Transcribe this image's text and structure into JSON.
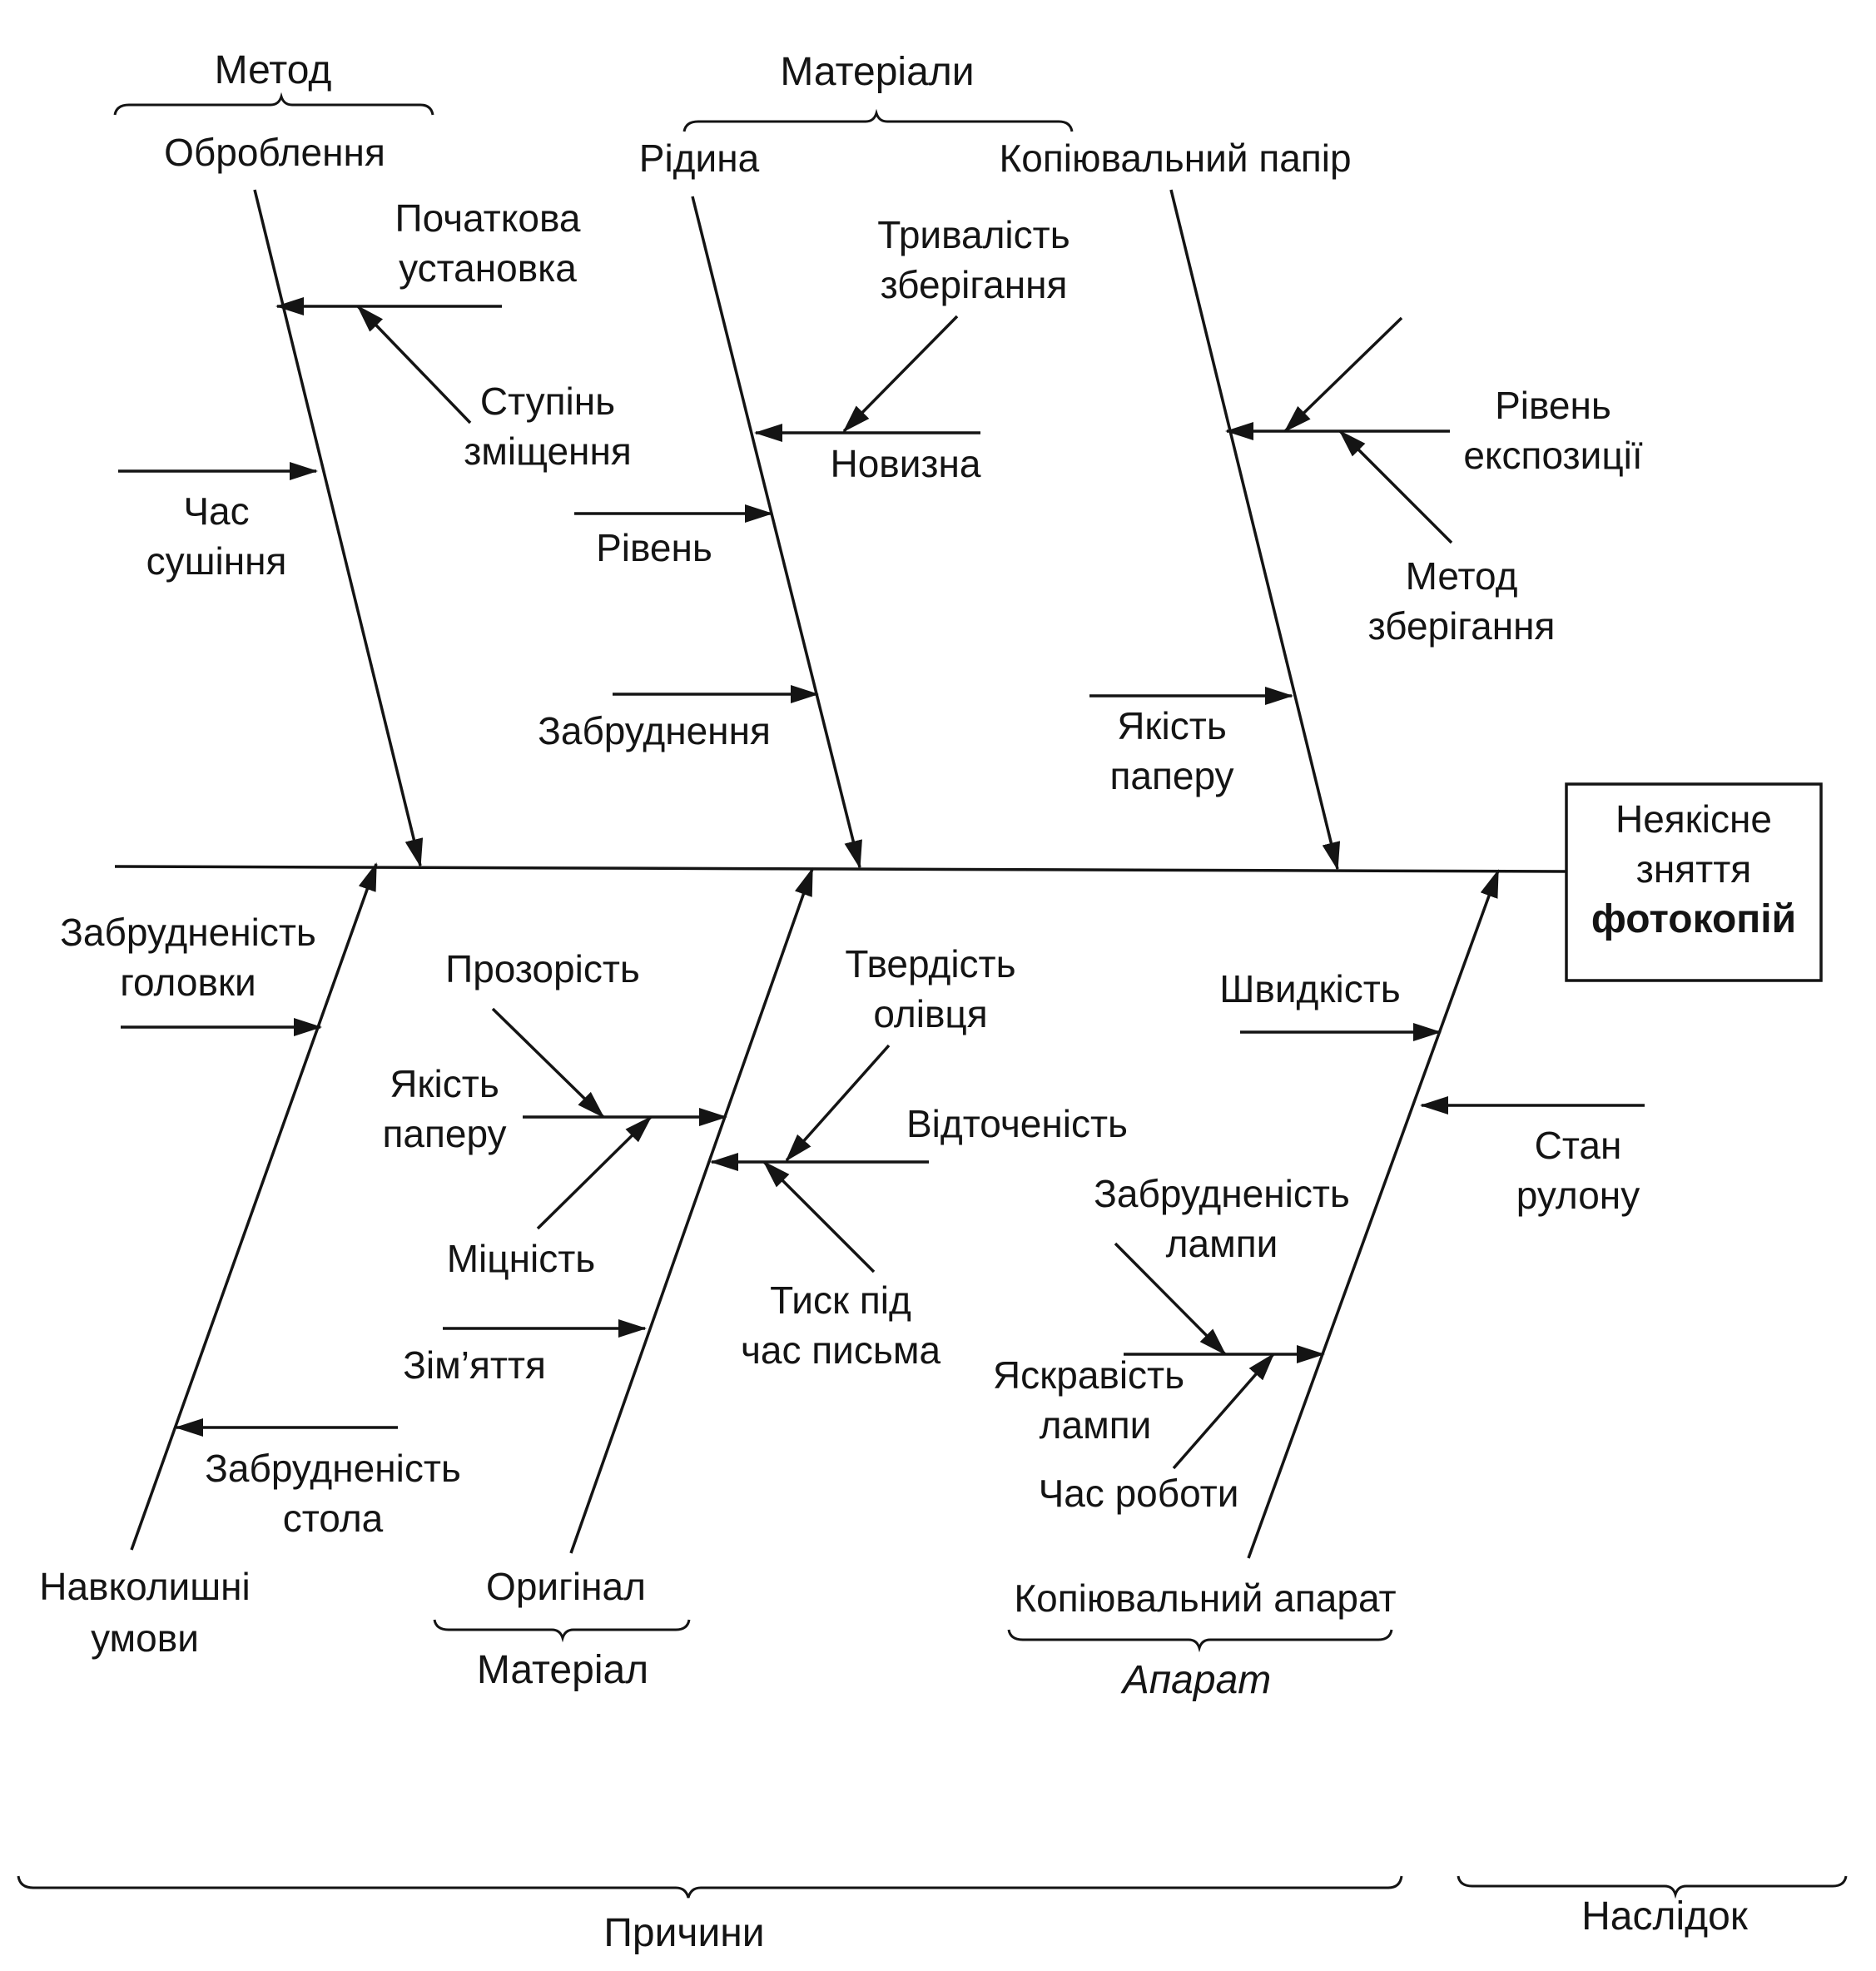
{
  "effect": {
    "line1": "Неякісне",
    "line2": "зняття",
    "line3": "фотокопій"
  },
  "groups": {
    "method": "Метод",
    "materials": "Матеріали",
    "material": "Матеріал",
    "apparatus": "Апарат",
    "causes": "Причини",
    "effect": "Наслідок"
  },
  "bones": {
    "processing": {
      "title": "Оброблення",
      "initial_setup": [
        "Початкова",
        "установка"
      ],
      "displacement": [
        "Ступінь",
        "зміщення"
      ],
      "drying_time": [
        "Час",
        "сушіння"
      ]
    },
    "liquid": {
      "title": "Рідина",
      "storage_duration": [
        "Тривалість",
        "зберігання"
      ],
      "novelty": "Новизна",
      "level": "Рівень",
      "contamination": "Забруднення"
    },
    "copy_paper": {
      "title": "Копіювальний папір",
      "exposure_level": [
        "Рівень",
        "експозиції"
      ],
      "storage_method": [
        "Метод",
        "зберігання"
      ],
      "paper_quality": [
        "Якість",
        "паперу"
      ]
    },
    "environment": {
      "title": [
        "Навколишні",
        "умови"
      ],
      "head_dirt": [
        "Забрудненість",
        "головки"
      ],
      "table_dirt": [
        "Забрудненість",
        "стола"
      ]
    },
    "original": {
      "title": "Оригінал",
      "transparency": "Прозорість",
      "paper_quality": [
        "Якість",
        "паперу"
      ],
      "strength": "Міцність",
      "crumpling": "Зім’яття",
      "pencil_hardness": [
        "Твердість",
        "олівця"
      ],
      "sharpness": "Відточеність",
      "pressure": [
        "Тиск під",
        "час письма"
      ]
    },
    "copier": {
      "title": "Копіювальний апарат",
      "speed": "Швидкість",
      "roll_state": [
        "Стан",
        "рулону"
      ],
      "lamp_dirt": [
        "Забрудненість",
        "лампи"
      ],
      "lamp_brightness": [
        "Яскравість",
        "лампи"
      ],
      "operating_time": "Час роботи"
    }
  }
}
